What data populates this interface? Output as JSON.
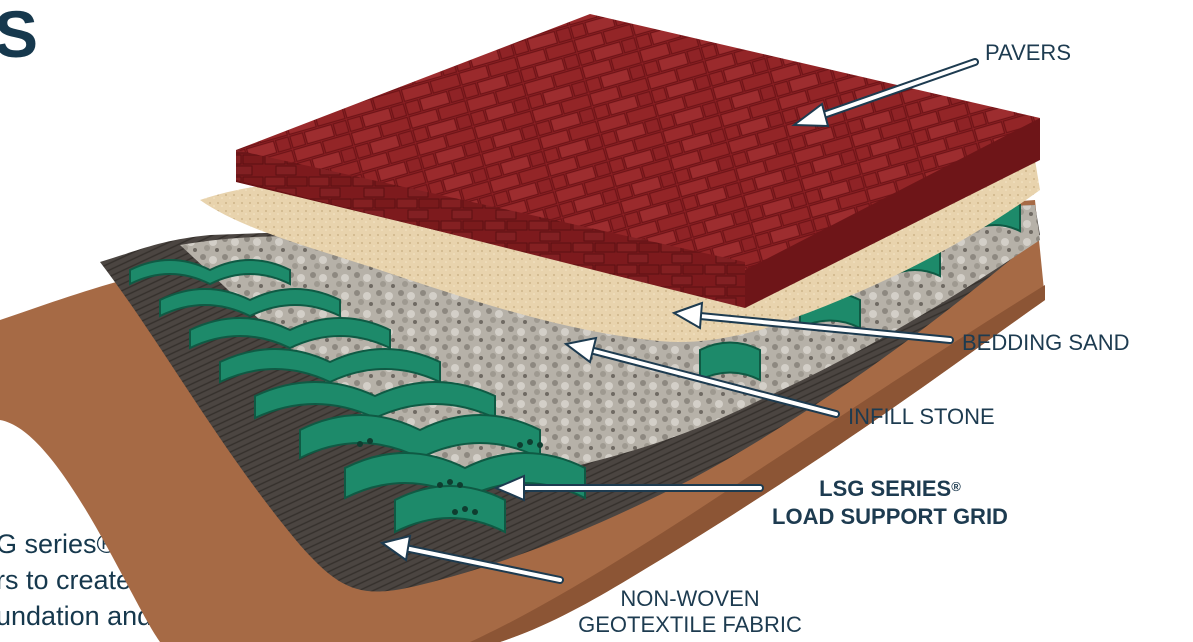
{
  "partial_heading_char": "S",
  "labels": {
    "pavers": "PAVERS",
    "bedding_sand": "BEDDING SAND",
    "infill_stone": "INFILL STONE",
    "lsg_line1": "LSG SERIES",
    "lsg_reg": "®",
    "lsg_line2": "LOAD SUPPORT GRID",
    "fabric_line1": "NON-WOVEN",
    "fabric_line2": "GEOTEXTILE FABRIC"
  },
  "left_text": [
    "G series®",
    "rs to create",
    "undation and"
  ],
  "colors": {
    "text": "#1d3b50",
    "pavers": "#8e2024",
    "sand": "#e8d3ad",
    "stone": "#b9b5ad",
    "grid": "#1d8a6a",
    "fabric": "#4a4440",
    "soil": "#a66a45"
  }
}
